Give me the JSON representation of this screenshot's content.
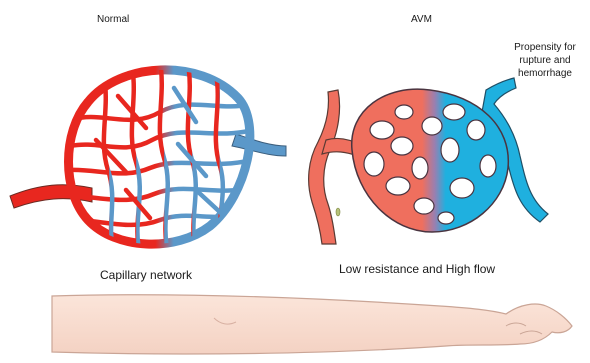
{
  "left_panel": {
    "title": "Normal",
    "caption": "Capillary network"
  },
  "right_panel": {
    "title": "AVM",
    "note": "Propensity for rupture and hemorrhage",
    "caption": "Low resistance and High flow"
  },
  "colors": {
    "artery_red": "#e8271f",
    "vein_blue": "#5b98c9",
    "avm_salmon": "#ef6f5e",
    "avm_cyan": "#1fb0df",
    "vessel_outline": "#5a3a34",
    "skin": "#f9ded2",
    "skin_outline": "#caa596"
  }
}
